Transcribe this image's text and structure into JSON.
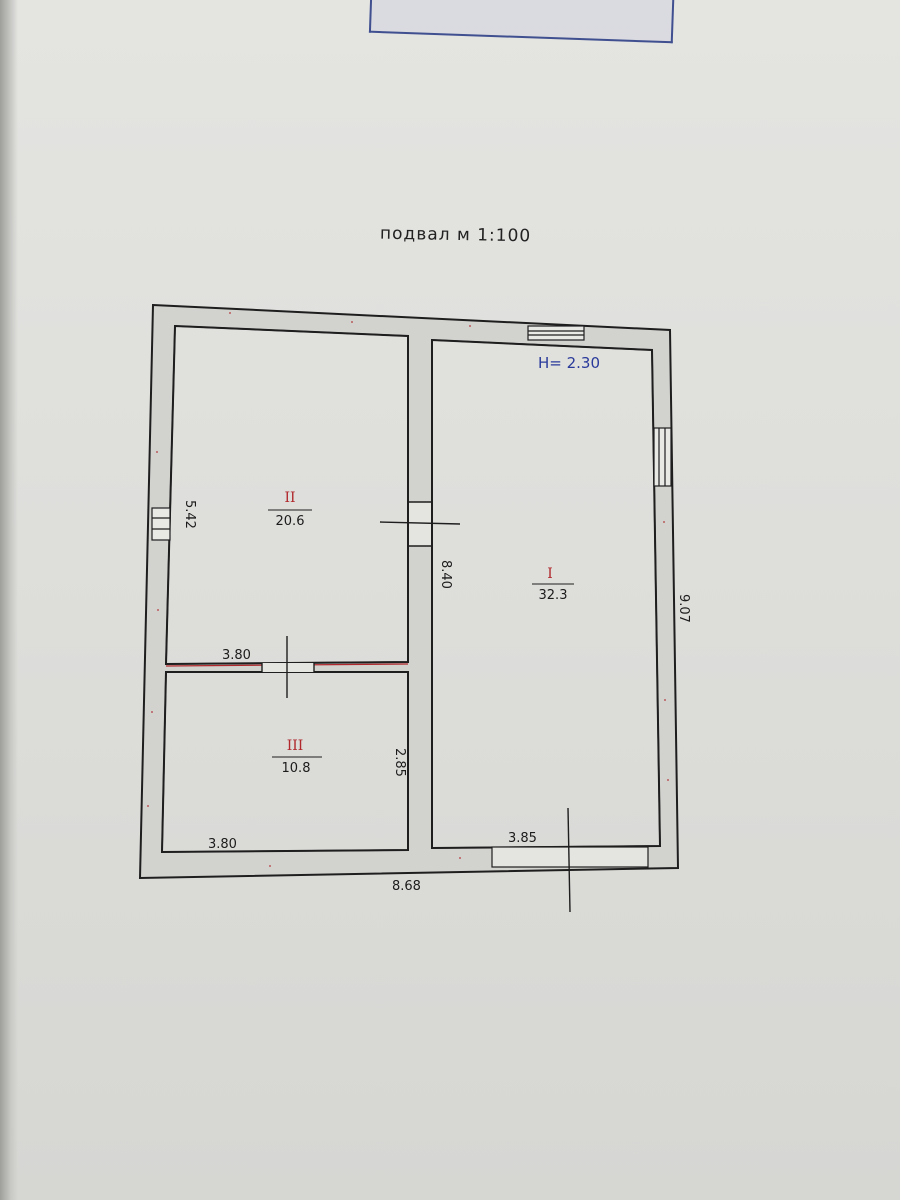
{
  "title": "подвал  м 1:100",
  "height_note": "Н= 2.30",
  "rooms": [
    {
      "number": "I",
      "area": "32.3"
    },
    {
      "number": "II",
      "area": "20.6"
    },
    {
      "number": "III",
      "area": "10.8"
    }
  ],
  "dimensions": {
    "room2_height": "5.42",
    "room2_width": "3.80",
    "room3_width": "3.80",
    "room3_height": "2.85",
    "room1_height": "8.40",
    "room1_width": "3.85",
    "overall_width": "8.68",
    "overall_height": "9.07"
  },
  "colors": {
    "wall_fill": "#d2d2cf",
    "wall_line": "#1e1e1e",
    "room_number": "#b0282c",
    "height_note": "#2a3a9a"
  }
}
